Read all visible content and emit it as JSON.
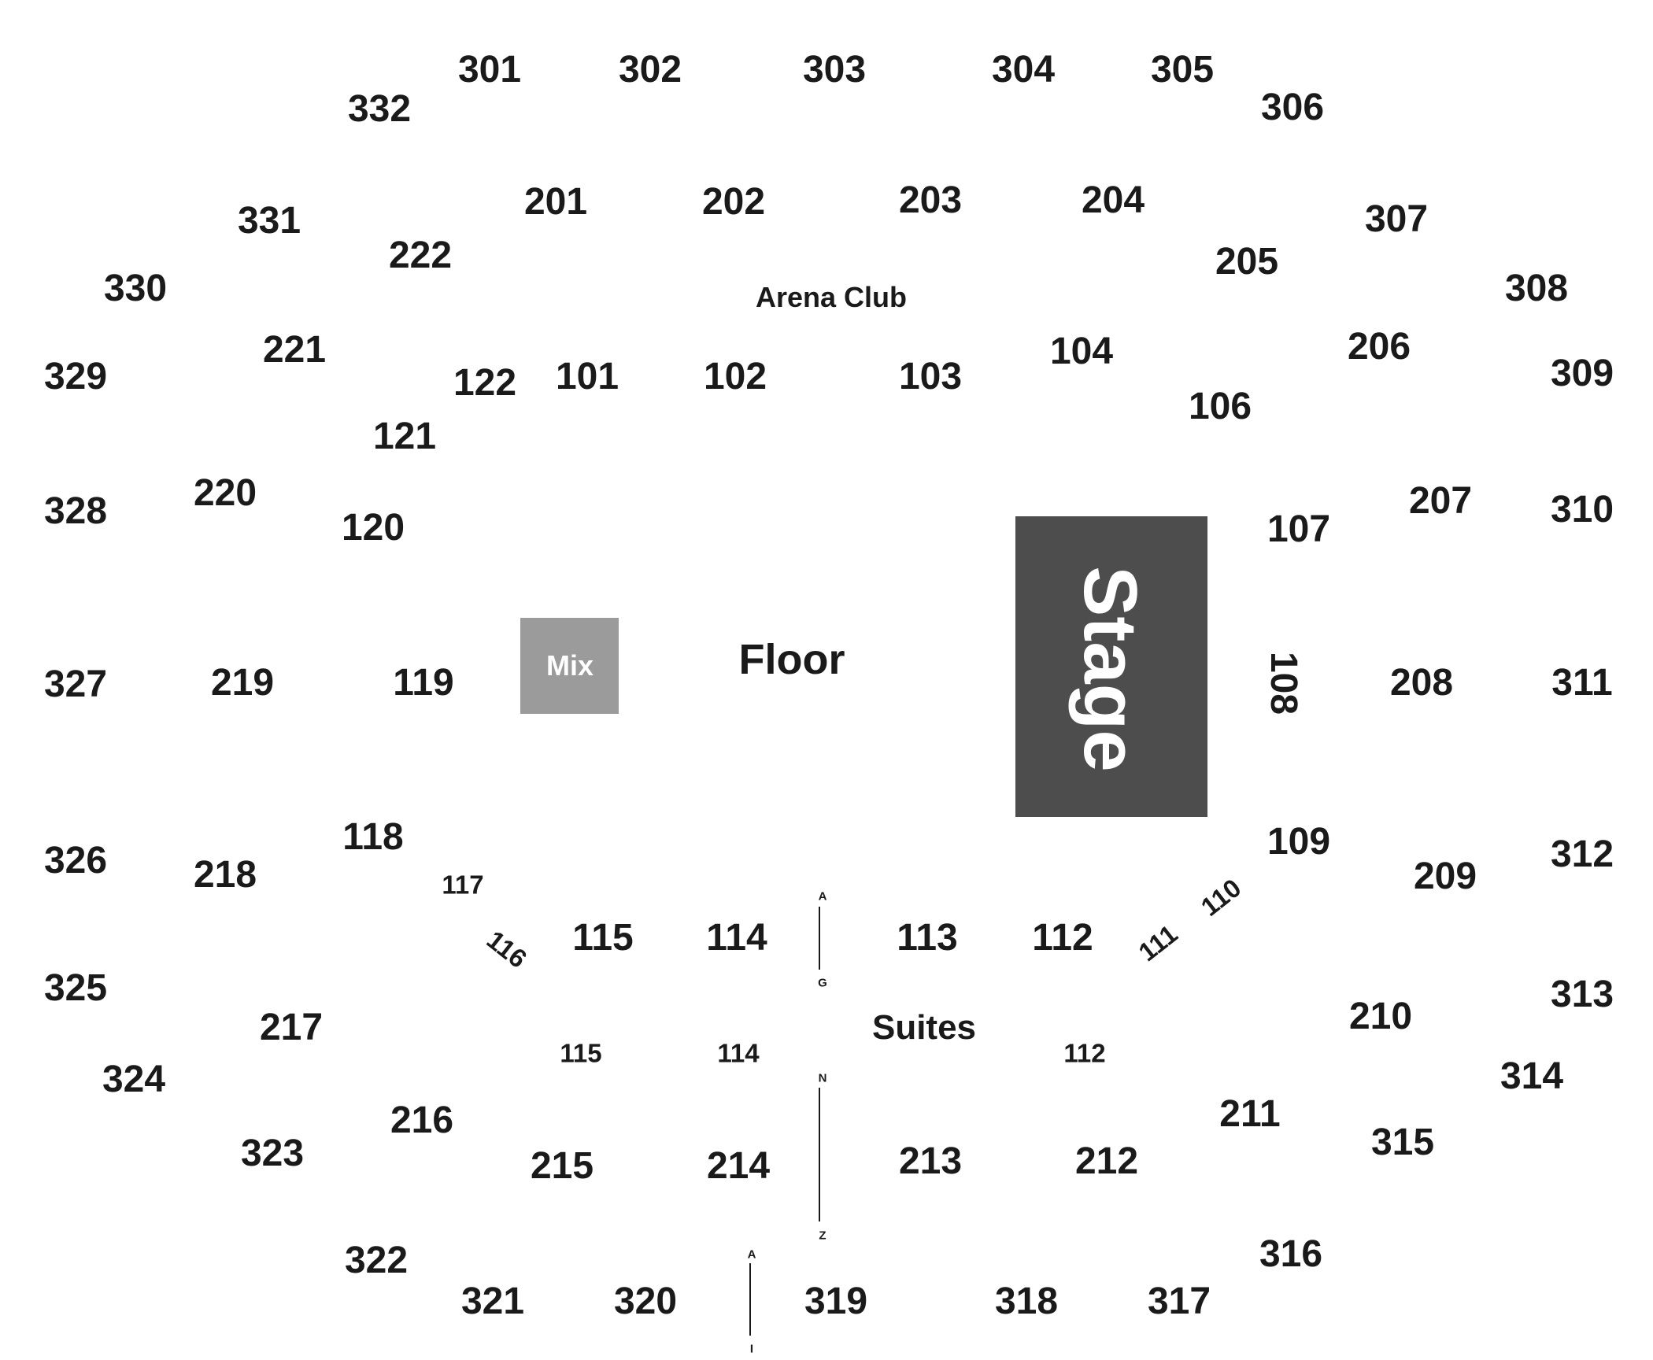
{
  "map": {
    "floor_label": "Floor",
    "stage_label": "Stage",
    "mix_label": "Mix",
    "arena_club_label": "Arena Club",
    "suites_label": "Suites",
    "colors": {
      "stage": "#4d4d4d",
      "mix": "#9b9b9b",
      "text": "#1a1a1a",
      "background": "#ffffff"
    },
    "sections_100": {
      "s101": "101",
      "s102": "102",
      "s103": "103",
      "s104": "104",
      "s106": "106",
      "s107": "107",
      "s108": "108",
      "s109": "109",
      "s110": "110",
      "s111": "111",
      "s112": "112",
      "s113": "113",
      "s114": "114",
      "s115": "115",
      "s116": "116",
      "s117": "117",
      "s118": "118",
      "s119": "119",
      "s120": "120",
      "s121": "121",
      "s122": "122"
    },
    "sections_200": {
      "s201": "201",
      "s202": "202",
      "s203": "203",
      "s204": "204",
      "s205": "205",
      "s206": "206",
      "s207": "207",
      "s208": "208",
      "s209": "209",
      "s210": "210",
      "s211": "211",
      "s212": "212",
      "s213": "213",
      "s214": "214",
      "s215": "215",
      "s216": "216",
      "s217": "217",
      "s218": "218",
      "s219": "219",
      "s220": "220",
      "s221": "221",
      "s222": "222"
    },
    "sections_300": {
      "s301": "301",
      "s302": "302",
      "s303": "303",
      "s304": "304",
      "s305": "305",
      "s306": "306",
      "s307": "307",
      "s308": "308",
      "s309": "309",
      "s310": "310",
      "s311": "311",
      "s312": "312",
      "s313": "313",
      "s314": "314",
      "s315": "315",
      "s316": "316",
      "s317": "317",
      "s318": "318",
      "s319": "319",
      "s320": "320",
      "s321": "321",
      "s322": "322",
      "s323": "323",
      "s324": "324",
      "s325": "325",
      "s326": "326",
      "s327": "327",
      "s328": "328",
      "s329": "329",
      "s330": "330",
      "s331": "331",
      "s332": "332"
    },
    "suite_markers": {
      "s115": "115",
      "s114": "114",
      "s112": "112"
    },
    "row_markers": {
      "ag_start": "A",
      "ag_end": "G",
      "nz_start": "N",
      "nz_end": "Z",
      "ai_start": "A",
      "ai_end": "I"
    }
  }
}
